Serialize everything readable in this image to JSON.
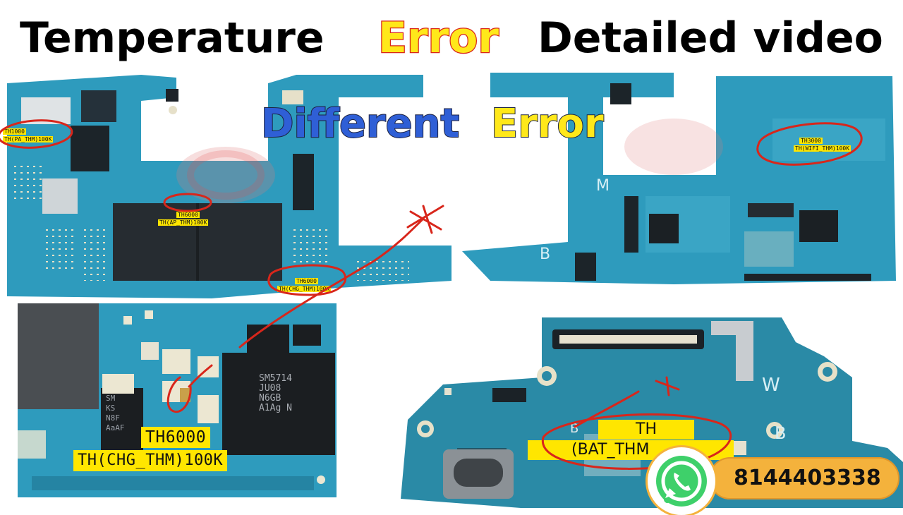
{
  "title": {
    "part1": "Temperature",
    "part2": "Error",
    "part3": "Detailed video"
  },
  "subtitle": {
    "part1": "Different",
    "part2": "Error"
  },
  "labels": {
    "pa_ref": "TH1000",
    "pa_name": "TH(PA_THM)100K",
    "ap_ref": "TH6000",
    "ap_name": "TH(AP_THM)100K",
    "chg_ref": "TH6000",
    "chg_name": "TH(CHG_THM)100K",
    "wifi_ref": "TH3000",
    "wifi_name": "TH(WIFI_THM)100K",
    "zoom_ref": "TH6000",
    "zoom_name": "TH(CHG_THM)100K",
    "bat_ref": "TH",
    "bat_name": "(BAT_THM"
  },
  "chip_marks": {
    "main_chip": "SM5714\nJU08\nN6GB\nA1Ag N",
    "side_chip": "SM\nKS\nN8F\nAaAF"
  },
  "board_letters": {
    "m": "M",
    "b1": "B",
    "b2": "B",
    "w": "W",
    "b3": "B"
  },
  "contact": {
    "phone": "8144403338",
    "icon": "whatsapp-icon"
  },
  "colors": {
    "pcb": "#2e9bbd",
    "highlight": "#ffe600",
    "annotation": "#d8261b",
    "error_fill": "#ffe81a",
    "subtitle_blue": "#2f5fd6",
    "badge": "#f4b23c"
  }
}
